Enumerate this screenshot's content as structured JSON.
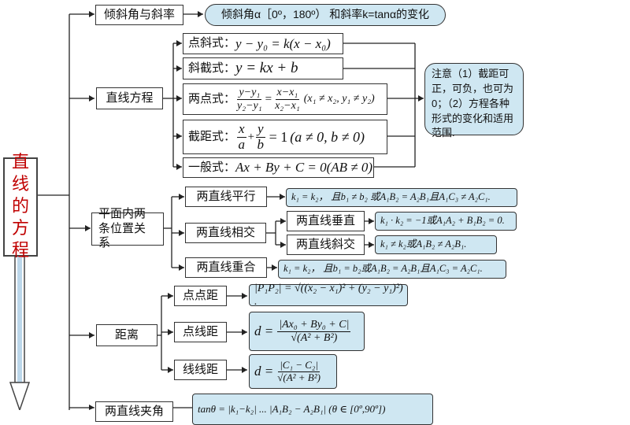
{
  "root": {
    "chars": [
      "直",
      "线",
      "的",
      "方",
      "程"
    ]
  },
  "incl": {
    "label": "倾斜角与斜率",
    "desc": "倾斜角α［0º，180º） 和斜率k=tanα的变化"
  },
  "line_eq": {
    "label": "直线方程",
    "point_slope": {
      "label": "点斜式：",
      "expr": "y − y₀ = k(x − x₀)"
    },
    "slope_intercept": {
      "label": "斜截式：",
      "expr": "y = kx + b"
    },
    "two_point": {
      "label": "两点式：",
      "n1": "y−y₁",
      "d1": "y₂−y₁",
      "n2": "x−x₁",
      "d2": "x₂−x₁",
      "cond": "(x₁ ≠ x₂, y₁ ≠ y₂)"
    },
    "intercept": {
      "label": "截距式：",
      "n1": "x",
      "d1": "a",
      "n2": "y",
      "d2": "b",
      "eq": "= 1",
      "cond": "(a ≠ 0, b ≠ 0)"
    },
    "general": {
      "label": "一般式：",
      "expr": "Ax + By + C = 0(AB ≠ 0)"
    },
    "note": "注意（1）截距可正，可负，也可为0；（2）方程各种形式的变化和适用范围."
  },
  "relation": {
    "label": "平面内两条位置关系",
    "parallel": {
      "label": "两直线平行",
      "formula": "k₁ = k₂， 且b₁ ≠ b₂ 或A₁B₂ = A₂B₁且A₁C₃ ≠ A₂C₁."
    },
    "intersect": {
      "label": "两直线相交"
    },
    "perp": {
      "label": "两直线垂直",
      "formula": "k₁ · k₂ = −1或A₁A₂ + B₁B₂ = 0."
    },
    "oblique": {
      "label": "两直线斜交",
      "formula": "k₁ ≠ k₂或A₁B₂ ≠ A₂B₁."
    },
    "coincide": {
      "label": "两直线重合",
      "formula": "k₁ = k₂， 且b₁ = b₂或A₁B₂ = A₂B₁且A₁C₃ = A₂C₁."
    }
  },
  "distance": {
    "label": "距离",
    "pp": {
      "label": "点点距",
      "formula": "|P₁P₂| = √((x₂ − x₁)² + (y₂ − y₁)²) ."
    },
    "pl": {
      "label": "点线距",
      "lhs": "d =",
      "num": "|Ax₀ + By₀ + C|",
      "den": "√(A² + B²)"
    },
    "ll": {
      "label": "线线距",
      "lhs": "d =",
      "num": "|C₁ − C₂|",
      "den": "√(A² + B²)"
    }
  },
  "angle": {
    "label": "两直线夹角",
    "formula": "tanθ = |k₁−k₂| ... |A₁B₂ − A₂B₁| (θ ∈ [0º,90º])"
  }
}
